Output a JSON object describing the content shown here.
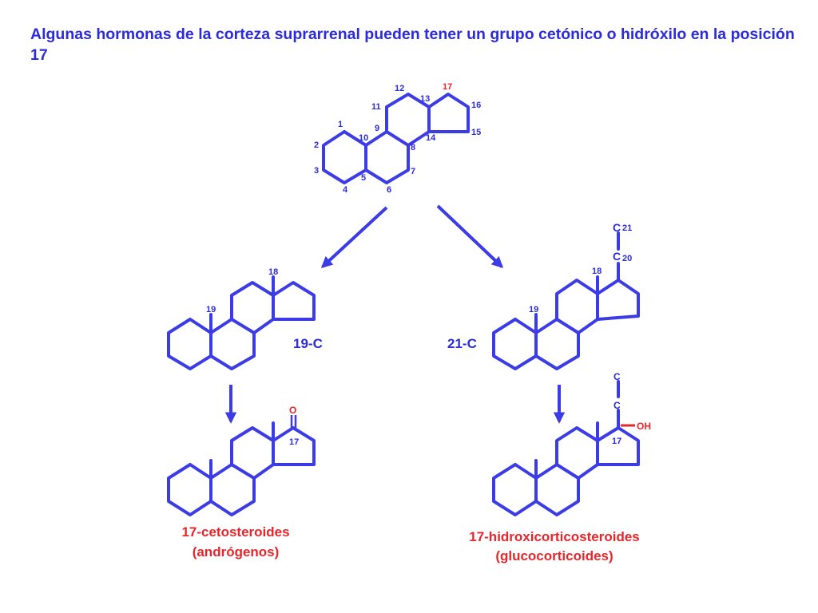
{
  "title": "Algunas hormonas de la corteza suprarrenal pueden tener un grupo cetónico o hidróxilo en la posición 17",
  "colors": {
    "structure": "#3c3ce6",
    "highlight": "#e6262b",
    "text": "#2b2bdd"
  },
  "top_structure": {
    "atom_numbers": [
      "1",
      "2",
      "3",
      "4",
      "5",
      "6",
      "7",
      "8",
      "9",
      "10",
      "11",
      "12",
      "13",
      "14",
      "15",
      "16",
      "17"
    ]
  },
  "left_structure": {
    "methyl_18": "18",
    "methyl_19": "19",
    "class_label": "19-C"
  },
  "right_structure": {
    "methyl_18": "18",
    "methyl_19": "19",
    "class_label": "21-C",
    "c20": "C",
    "c20_num": "20",
    "c21": "C",
    "c21_num": "21"
  },
  "bottom_left": {
    "oxo": "O",
    "position": "17",
    "caption_line1": "17-cetosteroides",
    "caption_line2": "(andrógenos)"
  },
  "bottom_right": {
    "c_upper": "C",
    "c_lower": "C",
    "hydroxyl": "OH",
    "position": "17",
    "caption_line1": "17-hidroxicorticosteroides",
    "caption_line2": "(glucocorticoides)"
  }
}
